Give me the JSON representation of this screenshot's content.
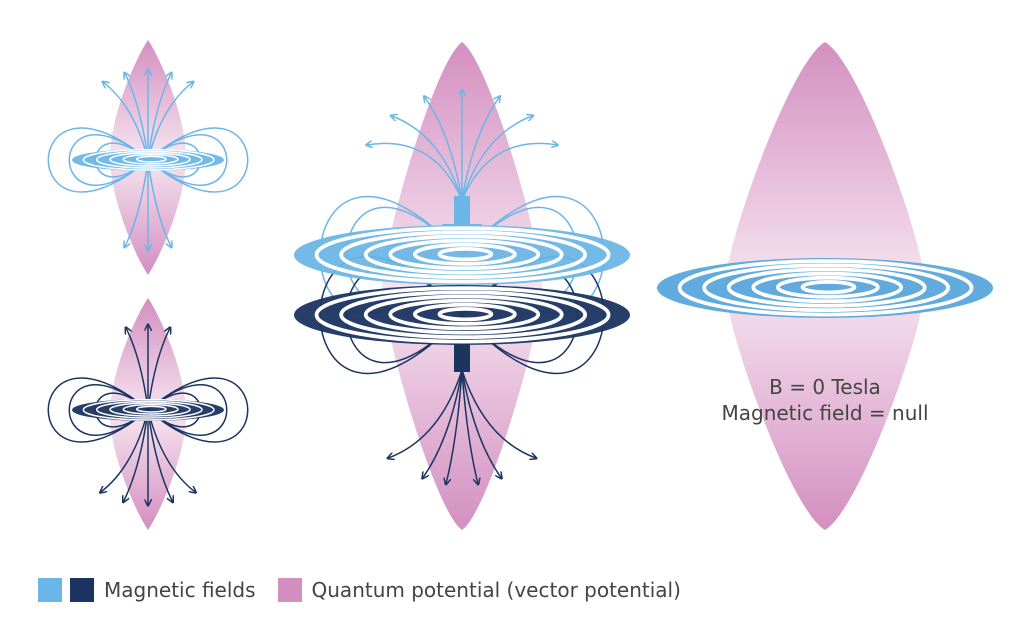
{
  "annotation": {
    "line1": "B = 0 Tesla",
    "line2": "Magnetic field = null"
  },
  "legend": {
    "items": [
      {
        "label": "Magnetic fields",
        "colors": [
          "#6bb6e6",
          "#1b3560"
        ]
      },
      {
        "label": "Quantum potential (vector potential)",
        "colors": [
          "#d38fc0"
        ]
      }
    ]
  },
  "colors": {
    "light_field": "#6bb6e6",
    "dark_field": "#1b3560",
    "potential": "#d38fc0"
  }
}
